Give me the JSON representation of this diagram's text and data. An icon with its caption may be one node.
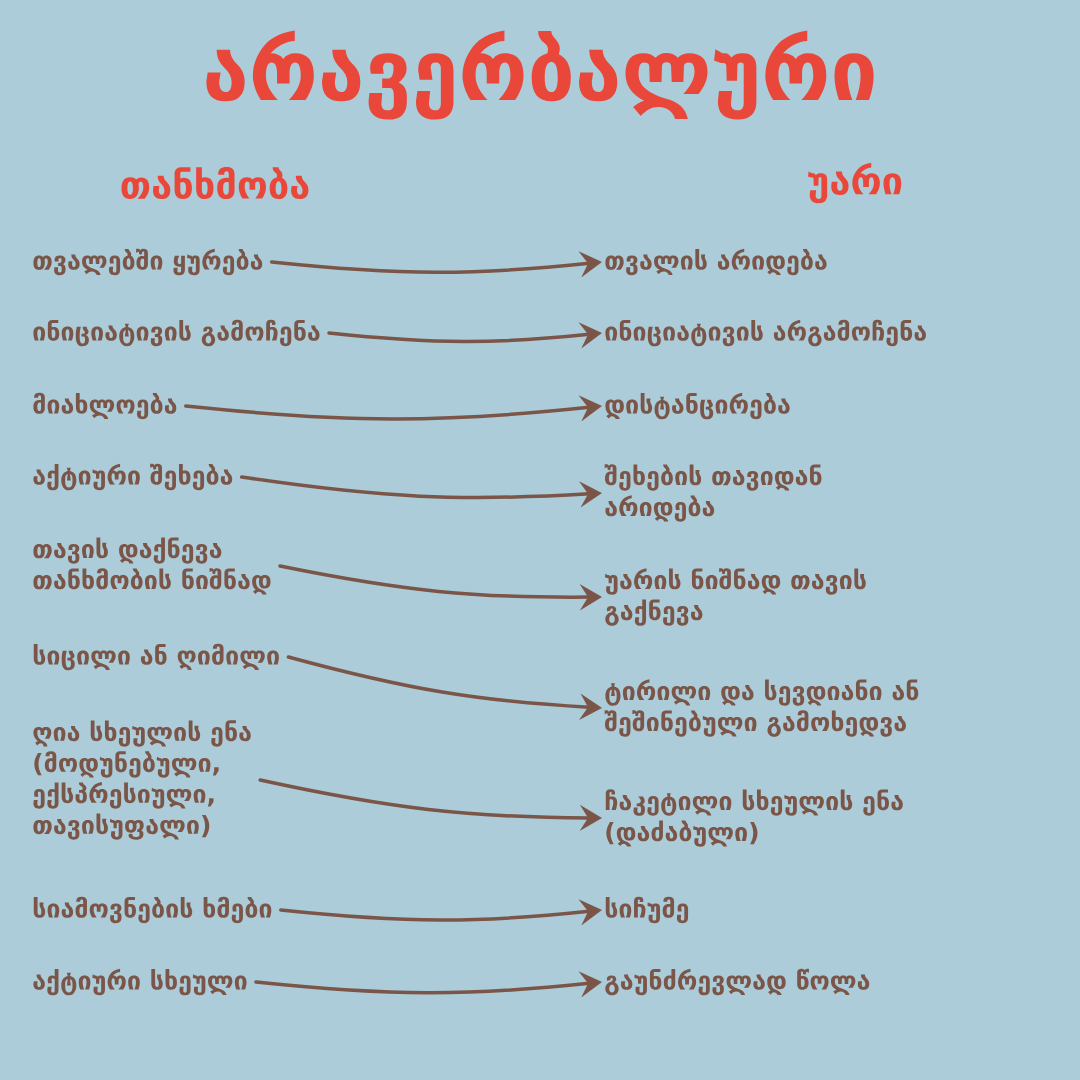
{
  "diagram": {
    "title": "არავერბალური",
    "nodes": [
      {
        "text": [
          "თვალებში ყურება"
        ]
      },
      {
        "text": [
          "ინიციატივის გამოჩენა"
        ]
      },
      {
        "text": [
          "მიახლოება"
        ]
      },
      {
        "text": [
          "აქტიური შეხება"
        ]
      },
      {
        "text": [
          "თავის დაქნევა თანხმობის ნიშნად"
        ]
      },
      {
        "text": [
          "სიცილი ან ღიმილი"
        ]
      },
      {
        "text": [
          "ღია სხეულის ენა (მოდუნებული, ექსპრესიული, თავისუფალი)"
        ]
      },
      {
        "text": [
          "სიამოვნების ხმები"
        ]
      },
      {
        "text": [
          "აქტიური სხეული"
        ]
      },
      {
        "text": [
          "თვალის არიდება"
        ]
      },
      {
        "text": [
          "ინიციატივის არგამოჩენა"
        ]
      },
      {
        "text": [
          "დისტანცირება"
        ]
      },
      {
        "text": [
          "შეხების თავიდან არიდება"
        ]
      },
      {
        "text": [
          "უარის ნიშნად თავის გაქნევა"
        ]
      },
      {
        "text": [
          "ტირილი და სევდიანი ან შეშინებული გამოხედვა"
        ]
      },
      {
        "text": [
          "ჩაკეტილი სხეულის ენა (დაძაბული)"
        ]
      },
      {
        "text": [
          "სიჩუმე"
        ]
      },
      {
        "text": [
          "გაუნძრევლად წოლა"
        ]
      }
    ],
    "edges": [
      {
        "from": 0,
        "to": 9,
        "arrow": "to"
      },
      {
        "from": 1,
        "to": 10,
        "arrow": "to"
      },
      {
        "from": 2,
        "to": 11,
        "arrow": "to"
      },
      {
        "from": 3,
        "to": 12,
        "arrow": "to"
      },
      {
        "from": 4,
        "to": 13,
        "arrow": "to"
      },
      {
        "from": 5,
        "to": 14,
        "arrow": "to"
      },
      {
        "from": 6,
        "to": 15,
        "arrow": "to"
      },
      {
        "from": 7,
        "to": 16,
        "arrow": "to"
      },
      {
        "from": 8,
        "to": 17,
        "arrow": "to"
      }
    ],
    "labels": [
      "თანხმობა",
      "უარი"
    ]
  }
}
